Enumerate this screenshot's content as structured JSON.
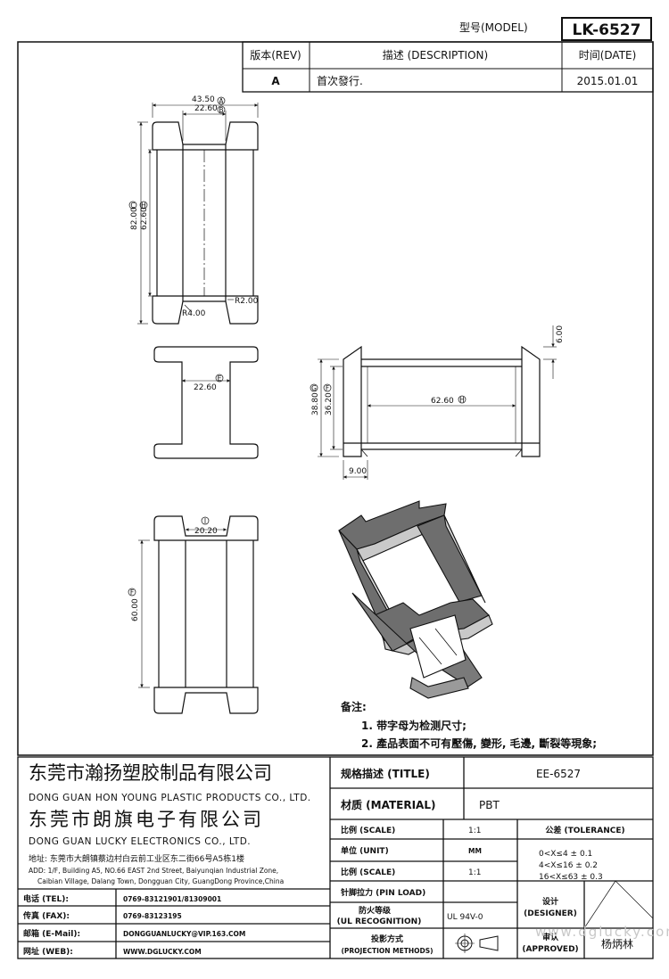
{
  "header": {
    "model_label": "型号(MODEL)",
    "model_value": "LK-6527"
  },
  "revision": {
    "rev_header": "版本(REV)",
    "desc_header": "描述 (DESCRIPTION)",
    "date_header": "时间(DATE)",
    "rev": "A",
    "description": "首次發行.",
    "date": "2015.01.01"
  },
  "dimensions": {
    "top_width_a": "43.50",
    "top_width_b": "22.60",
    "top_height_c": "82.00",
    "top_height_h": "62.60",
    "radius_outer": "R2.00",
    "radius_inner": "R4.00",
    "front_width": "22.60",
    "side_height_outer": "38.80",
    "side_height_inner": "36.20",
    "side_length": "62.60",
    "side_flange": "6.00",
    "side_foot": "9.00",
    "bottom_slot": "20.20",
    "bottom_height": "60.00"
  },
  "dim_markers": {
    "a": "A",
    "b": "B",
    "c": "C",
    "e": "E",
    "g": "G",
    "h": "H",
    "i": "I",
    "f": "F"
  },
  "notes": {
    "title": "备注:",
    "line1": "1. 带字母为检测尺寸;",
    "line2": "2. 產品表面不可有壓傷, 變形, 毛邊, 斷裂等現象;"
  },
  "company": {
    "cn1": "东莞市瀚扬塑胶制品有限公司",
    "en1": "DONG GUAN HON YOUNG PLASTIC PRODUCTS CO., LTD.",
    "cn2": "东莞市朗旗电子有限公司",
    "en2": "DONG GUAN LUCKY ELECTRONICS CO., LTD.",
    "addr_cn": "地址: 东莞市大朗镇蔡边村白云前工业区东二街66号A5栋1楼",
    "addr_en1": "ADD: 1/F, Building A5, NO.66 EAST 2nd Street, Baiyunqian Industrial Zone,",
    "addr_en2": "Caibian Village, Dalang Town, Dongguan City, GuangDong Province,China"
  },
  "contacts": {
    "tel_label": "电话 (TEL):",
    "tel": "0769-83121901/81309001",
    "fax_label": "传真 (FAX):",
    "fax": "0769-83123195",
    "mail_label": "邮箱 (E-Mail):",
    "mail": "DONGGUANLUCKY@VIP.163.COM",
    "web_label": "网址 (WEB):",
    "web": "WWW.DGLUCKY.COM"
  },
  "spec": {
    "title_label": "规格描述 (TITLE)",
    "title_value": "EE-6527",
    "material_label": "材质 (MATERIAL)",
    "material_value": "PBT",
    "scale_label": "比例 (SCALE)",
    "scale_value": "1:1",
    "unit_label": "单位 (UNIT)",
    "unit_value": "MM",
    "scale2_label": "比例 (SCALE)",
    "scale2_value": "1:1",
    "pin_label": "针脚拉力 (PIN LOAD)",
    "pin_value": "",
    "ul_label1": "防火等级",
    "ul_label2": "(UL RECOGNITION)",
    "ul_value": "UL 94V-0",
    "proj_label1": "投影方式",
    "proj_label2": "(PROJECTION METHODS)",
    "tol_label": "公差 (TOLERANCE)",
    "tol1": "0<X≤4     ± 0.1",
    "tol2": "4<X≤16    ± 0.2",
    "tol3": "16<X≤63   ± 0.3",
    "designer_label1": "设计",
    "designer_label2": "(DESIGNER)",
    "approved_label1": "审认",
    "approved_label2": "(APPROVED)",
    "approved_value": "杨炳林",
    "watermark": "www.dglucky.com"
  }
}
